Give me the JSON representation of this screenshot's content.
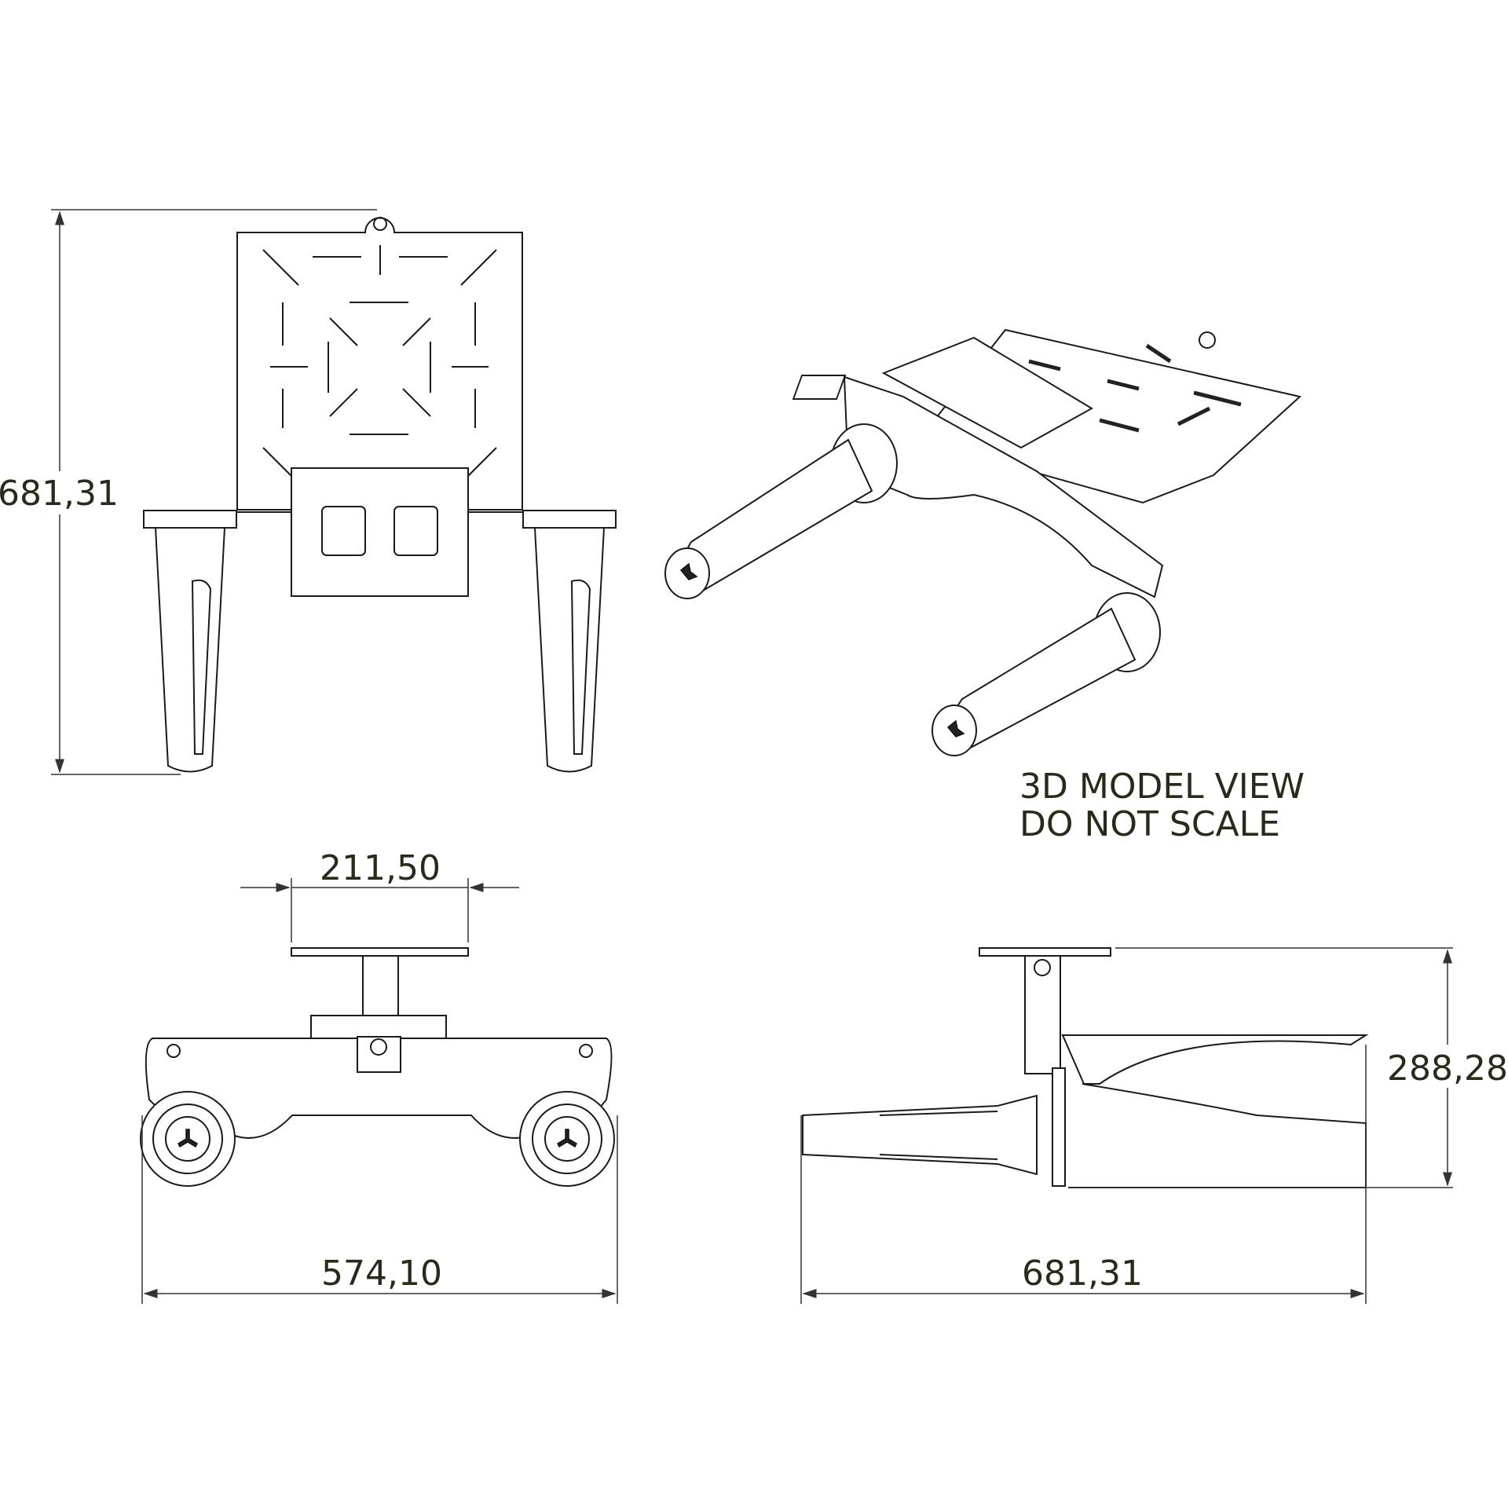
{
  "top_view": {
    "height_dimension": "681,31"
  },
  "model_view": {
    "note_line1": "3D MODEL VIEW",
    "note_line2": "DO NOT SCALE"
  },
  "front_view": {
    "plate_width_dimension": "211,50",
    "overall_width_dimension": "574,10"
  },
  "side_view": {
    "height_dimension": "288,28",
    "depth_dimension": "681,31"
  }
}
